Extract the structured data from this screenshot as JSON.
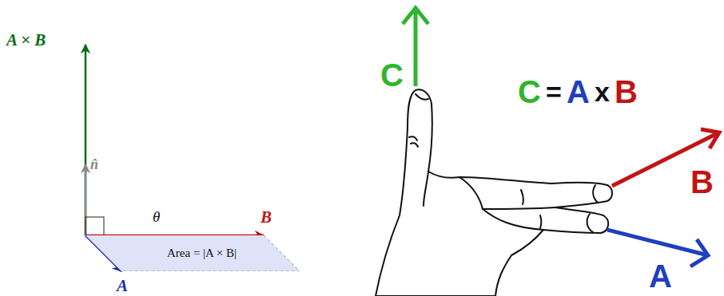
{
  "diagram": {
    "nodes": [
      {
        "text": [
          "Area = |A × B|"
        ]
      }
    ],
    "labels": [
      "A × B",
      "n̂",
      "θ",
      "B",
      "A",
      "C",
      "C",
      "=",
      "A",
      "x",
      "B",
      "B",
      "A"
    ]
  }
}
